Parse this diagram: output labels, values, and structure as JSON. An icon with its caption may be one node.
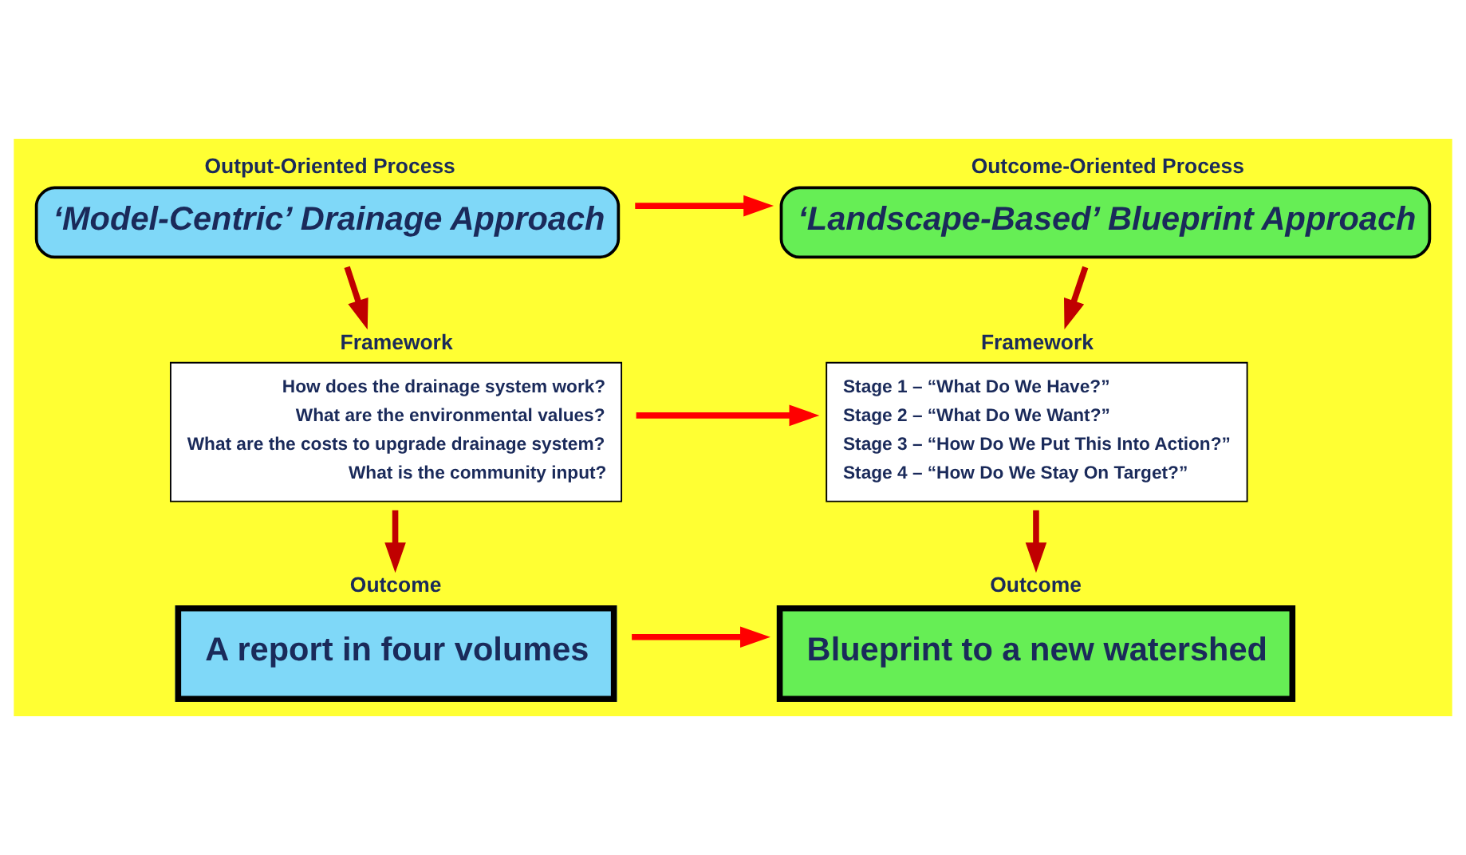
{
  "diagram": {
    "nodes": [
      {
        "text": [
          "Output-Oriented Process",
          "‘Model-Centric’ Drainage Approach"
        ]
      },
      {
        "text": [
          "Outcome-Oriented Process",
          "‘Landscape-Based’ Blueprint Approach"
        ]
      },
      {
        "text": [
          "Framework",
          "How does the drainage system work?",
          "What are the environmental values?",
          "What are the costs to upgrade drainage system?",
          "What is the community input?"
        ]
      },
      {
        "text": [
          "Framework",
          "Stage 1 – “What Do We Have?”",
          "Stage 2 – “What Do We Want?”",
          "Stage 3 – “How Do We Put This Into Action?”",
          "Stage 4 – “How Do We Stay On Target?”"
        ]
      },
      {
        "text": [
          "Outcome",
          "A report in four volumes"
        ]
      },
      {
        "text": [
          "Outcome",
          "Blueprint to a new watershed"
        ]
      }
    ],
    "edges": [
      {
        "from": 0,
        "to": 1,
        "arrow": "to",
        "color": "#ff0000"
      },
      {
        "from": 0,
        "to": 2,
        "arrow": "to",
        "color": "#c00000"
      },
      {
        "from": 1,
        "to": 3,
        "arrow": "to",
        "color": "#c00000"
      },
      {
        "from": 2,
        "to": 3,
        "arrow": "to",
        "color": "#ff0000"
      },
      {
        "from": 2,
        "to": 4,
        "arrow": "to",
        "color": "#c00000"
      },
      {
        "from": 3,
        "to": 5,
        "arrow": "to",
        "color": "#c00000"
      },
      {
        "from": 4,
        "to": 5,
        "arrow": "to",
        "color": "#ff0000"
      }
    ]
  }
}
